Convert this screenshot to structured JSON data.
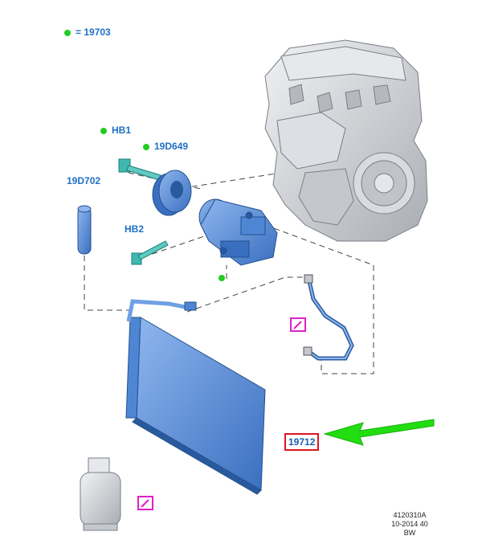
{
  "legend": {
    "label": "= 19703",
    "dot_color": "#22cc22"
  },
  "callouts": {
    "hb1": "HB1",
    "pulley": "19D649",
    "dryer": "19D702",
    "hb2": "HB2",
    "condenser": "19712"
  },
  "footer": {
    "line1": "4120310A",
    "line2": "10-2014 40",
    "line3": "BW"
  },
  "colors": {
    "part_blue": "#4f86d4",
    "part_dark": "#2a5a9e",
    "engine_gray": "#cfd3d8",
    "label_blue": "#1f6fc4",
    "highlight_red": "#e0141e",
    "arrow_green": "#22dd11",
    "note_magenta": "#e020c8"
  },
  "icons": [
    "service-note-icon",
    "service-note-icon"
  ]
}
